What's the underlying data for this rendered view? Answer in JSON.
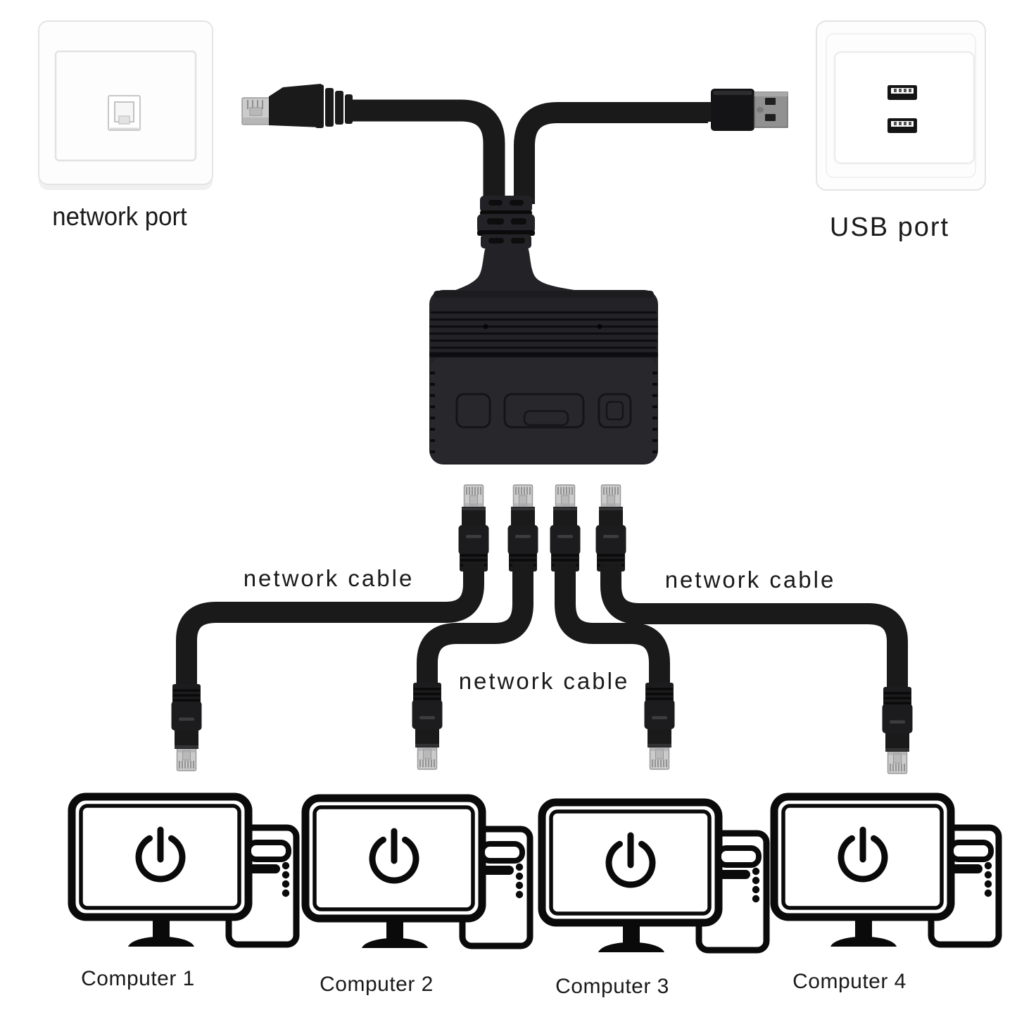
{
  "labels": {
    "network_port": "network port",
    "usb_port": "USB port",
    "cable_left": "network cable",
    "cable_center": "network cable",
    "cable_right": "network cable"
  },
  "computers": [
    {
      "label": "Computer 1"
    },
    {
      "label": "Computer 2"
    },
    {
      "label": "Computer 3"
    },
    {
      "label": "Computer 4"
    }
  ],
  "icons": {
    "wall_network_jack": "ethernet-keystone-icon",
    "wall_usb_ports": "usb-socket-icon",
    "rj45_plug": "rj45-plug-icon",
    "usb_plug": "usb-plug-icon",
    "splitter": "splitter-adapter-icon",
    "computer": "computer-with-power-symbol-icon"
  },
  "colors": {
    "background": "#ffffff",
    "text": "#1a1a1a",
    "cable": "#1a1a1a",
    "splitter": "#232327",
    "splitter-lower": "#28282c",
    "rj45-clear": "#cbcbcb",
    "usb-metal": "#919191",
    "plate": "#fdfdfd",
    "line-black": "#0a0a0a"
  }
}
